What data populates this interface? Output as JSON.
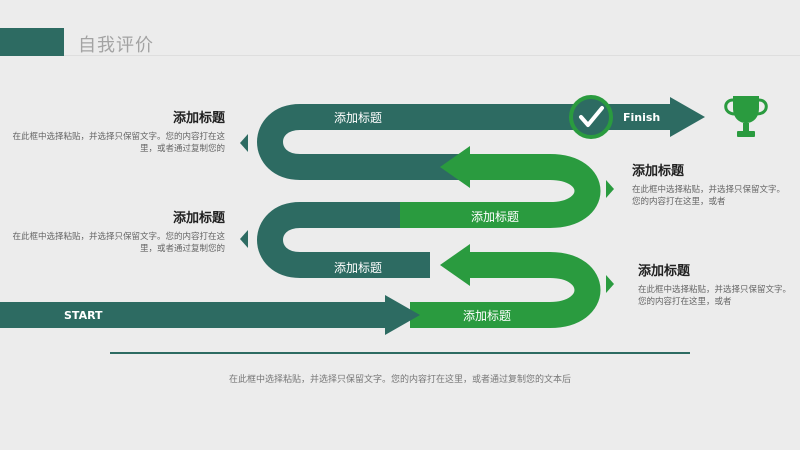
{
  "header": {
    "title": "自我评价"
  },
  "diagram": {
    "start_label": "START",
    "finish_label": "Finish",
    "path_labels": [
      "添加标题",
      "添加标题",
      "添加标题",
      "添加标题"
    ],
    "colors": {
      "dark": "#2d6b62",
      "green": "#2a9b3f",
      "text_dark": "#222222"
    },
    "icons": [
      "check-icon",
      "trophy-icon"
    ]
  },
  "blocks": [
    {
      "title": "添加标题",
      "body": "在此框中选择粘贴，并选择只保留文字。您的内容打在这里，或者通过复制您的"
    },
    {
      "title": "添加标题",
      "body": "在此框中选择粘贴，并选择只保留文字。您的内容打在这里，或者通过复制您的"
    },
    {
      "title": "添加标题",
      "body": "在此框中选择粘贴，并选择只保留文字。您的内容打在这里，或者"
    },
    {
      "title": "添加标题",
      "body": "在此框中选择粘贴，并选择只保留文字。您的内容打在这里，或者"
    }
  ],
  "footer": {
    "text": "在此框中选择粘贴，并选择只保留文字。您的内容打在这里，或者通过复制您的文本后"
  }
}
